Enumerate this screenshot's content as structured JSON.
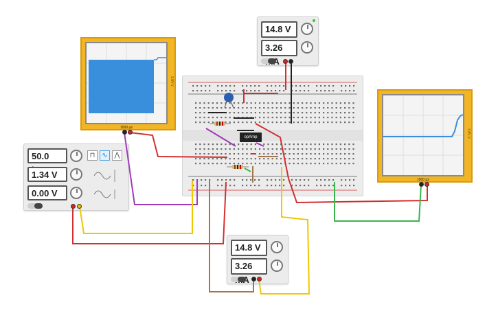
{
  "power_supply_top": {
    "voltage": "14.8 V",
    "current": "3.26 mA"
  },
  "power_supply_bottom": {
    "voltage": "14.8 V",
    "current": "3.26 mA"
  },
  "function_generator": {
    "frequency": "50.0 kHz",
    "amplitude": "1.34 V",
    "dc_offset": "0.00 V",
    "waveforms": [
      "square",
      "sine",
      "triangle"
    ],
    "selected_waveform": "sine"
  },
  "oscilloscope_left": {
    "time_label": "1000 µs",
    "volt_label": "3.8V V"
  },
  "oscilloscope_right": {
    "time_label": "1000 µs",
    "volt_label": "3.8V V"
  },
  "breadboard": {
    "opamp_label": "opAmp"
  },
  "colors": {
    "scope_case": "#f2b523",
    "trace": "#3a8fdc",
    "wire_red": "#d32f2f",
    "wire_yellow": "#f0c800",
    "wire_purple": "#a03ab8",
    "wire_green": "#39b54a",
    "wire_brown": "#a5744a",
    "wire_black": "#222222"
  }
}
